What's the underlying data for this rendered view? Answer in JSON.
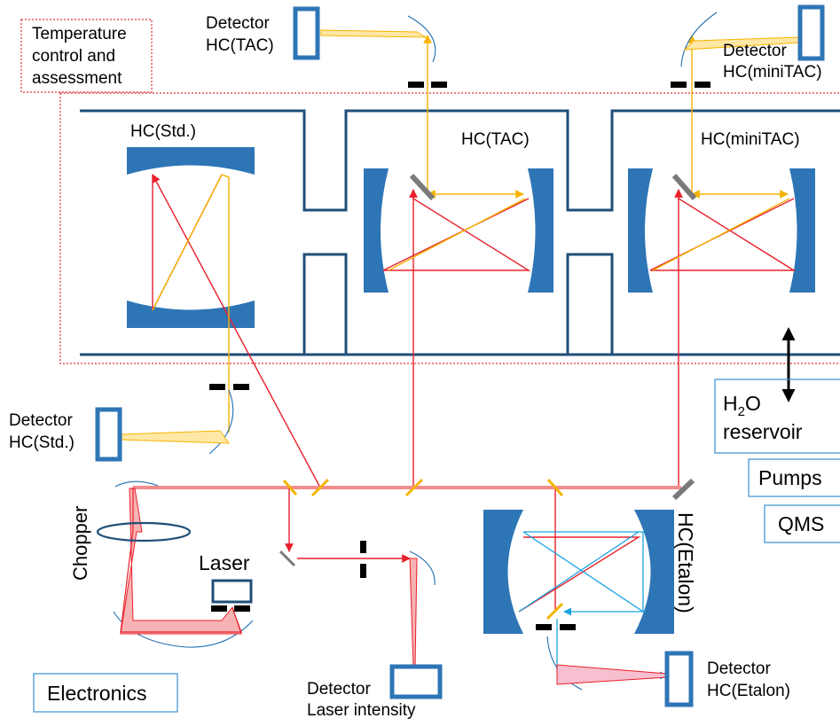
{
  "labels": {
    "temp_box": [
      "Temperature",
      "control and",
      "assessment"
    ],
    "hc_std": "HC(Std.)",
    "hc_tac": "HC(TAC)",
    "hc_minitac": "HC(miniTAC)",
    "hc_etalon": "HC(Etalon)",
    "det_tac": [
      "Detector",
      "HC(TAC)"
    ],
    "det_minitac": [
      "Detector",
      "HC(miniTAC)"
    ],
    "det_std": [
      "Detector",
      "HC(Std.)"
    ],
    "det_laser": [
      "Detector",
      "Laser intensity"
    ],
    "det_etalon": [
      "Detector",
      "HC(Etalon)"
    ],
    "h2o_reservoir": [
      "H",
      "2",
      "O",
      "reservoir"
    ],
    "pumps": "Pumps",
    "qms": "QMS",
    "chopper": "Chopper",
    "laser": "Laser",
    "electronics": "Electronics"
  },
  "colors": {
    "cell_outline": "#1f4e79",
    "mirror_blue": "#2e75b6",
    "red_beam": "#e8202a",
    "orange_beam": "#f5b400",
    "cyan_beam": "#1aa3e0",
    "temp_box_border": "#e03030",
    "label_box_border": "#3a8fd1"
  }
}
